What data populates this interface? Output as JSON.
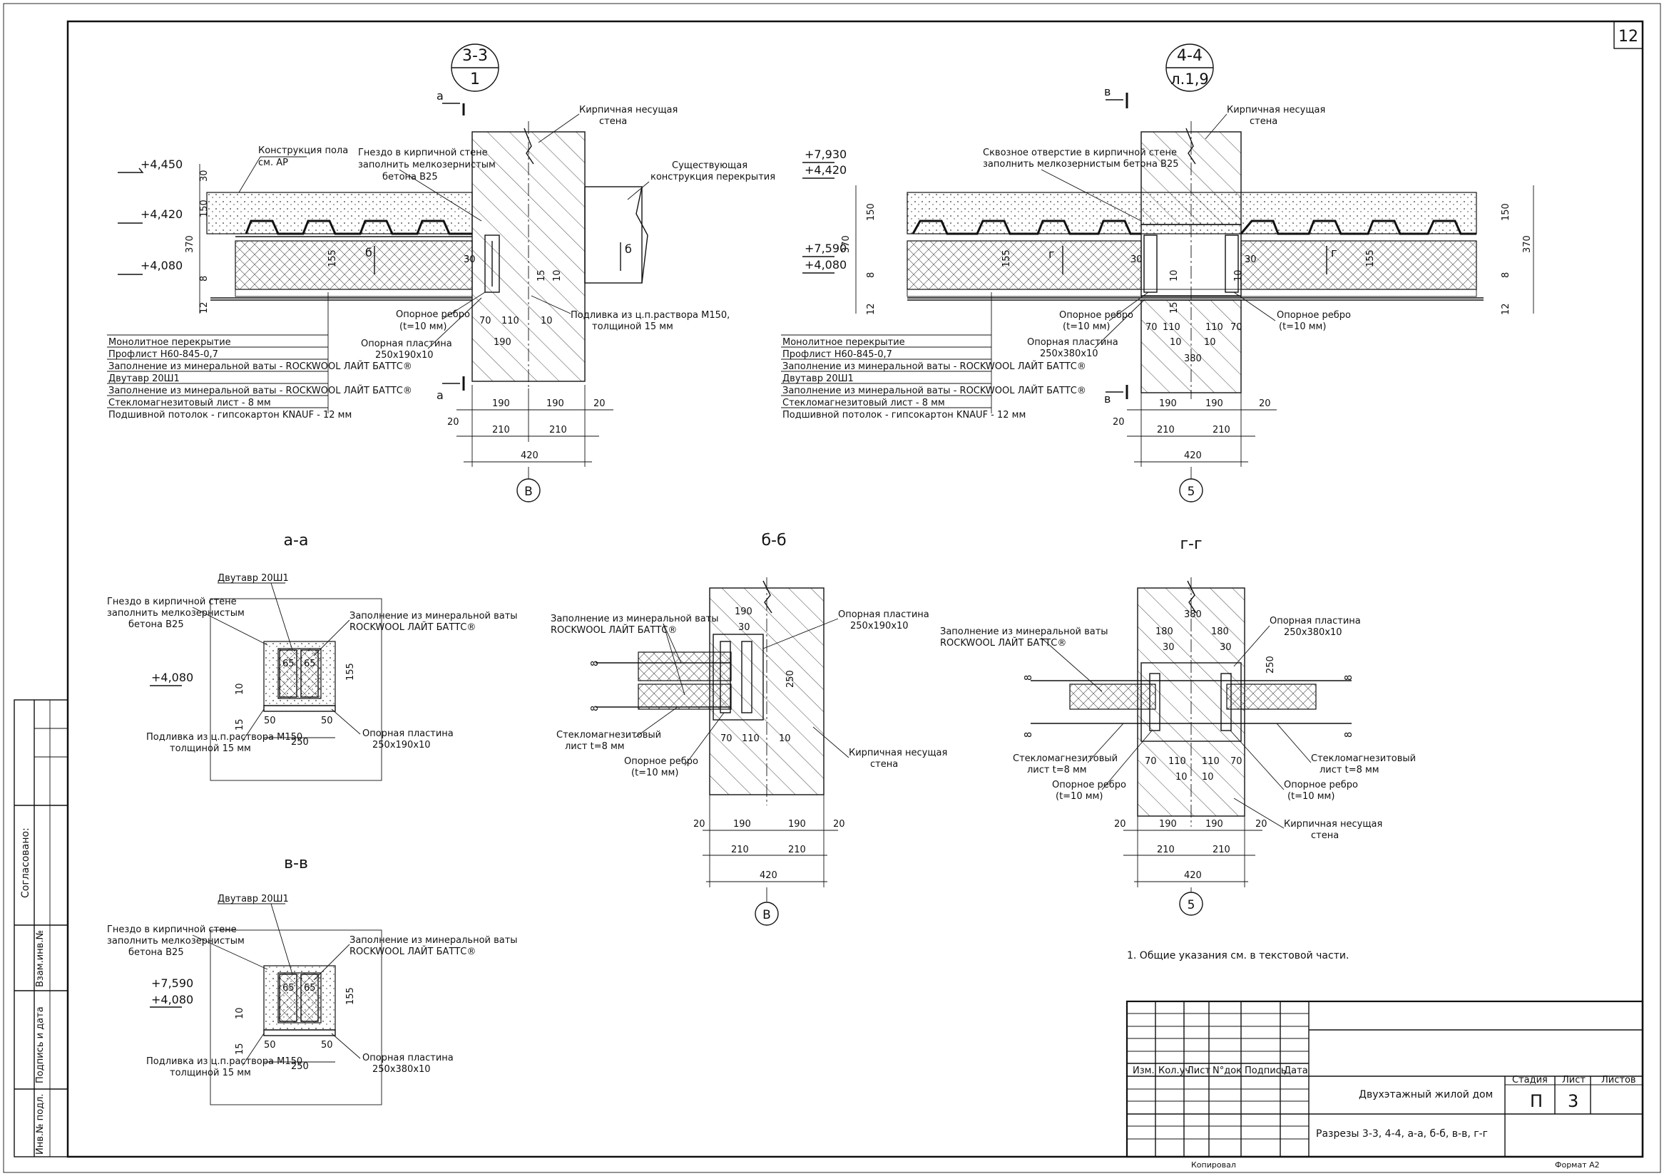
{
  "sheet": {
    "number": "12",
    "notes": [
      "1.  Общие указания см. в текстовой части."
    ],
    "side_stamp": [
      "Согласовано:",
      "Взам.инв.№",
      "Подпись и дата",
      "Инв.№ подл."
    ]
  },
  "title_block": {
    "headers": [
      "Изм.",
      "Кол.уч",
      "Лист",
      "N°док",
      "Подпись",
      "Дата"
    ],
    "building": "Двухэтажный жилой дом",
    "sheet_title": "Разрезы 3-3, 4-4, а-а, б-б, в-в, г-г",
    "stage_label": "Стадия",
    "stage": "П",
    "sheet_label": "Лист",
    "sheet_no": "3",
    "sheets_label": "Листов",
    "copied": "Копировал",
    "format": "Формат А2"
  },
  "section_33": {
    "mark_top": "3-3",
    "mark_bottom": "1",
    "cut_mark": "а",
    "levels": [
      "+4,450",
      "+4,420",
      "+4,080"
    ],
    "notes": {
      "floor": [
        "Конструкция пола",
        "см. АР"
      ],
      "socket": [
        "Гнездо в кирпичной стене",
        "заполнить мелкозернистым",
        "бетона В25"
      ],
      "wall": [
        "Кирпичная несущая",
        "стена"
      ],
      "existing": [
        "Существующая",
        "конструкция перекрытия"
      ],
      "rib": [
        "Опорное ребро",
        "(t=10 мм)"
      ],
      "plate": [
        "Опорная пластина",
        "250х190х10"
      ],
      "mortar": [
        "Подливка из ц.п.раствора М150,",
        "толщиной 15 мм"
      ]
    },
    "legend": [
      "Монолитное перекрытие",
      "Профлист Н60-845-0,7",
      "Заполнение из минеральной ваты - ROCKWOOL ЛАЙТ БАТТС®",
      "Двутавр 20Ш1",
      "Заполнение из минеральной ваты - ROCKWOOL ЛАЙТ БАТТС®",
      "Стекломагнезитовый лист - 8 мм",
      "Подшивной потолок - гипсокартон KNAUF - 12 мм"
    ],
    "dims_left": [
      "30",
      "150",
      "370",
      "155",
      "8",
      "12"
    ],
    "dims_bottom": [
      "70",
      "110",
      "10",
      "190",
      "190",
      "190",
      "20",
      "20",
      "210",
      "210",
      "420",
      "30",
      "15",
      "10"
    ],
    "cut_b": "б",
    "axis": "В"
  },
  "section_44": {
    "mark_top": "4-4",
    "mark_bottom": "л.1,9",
    "cut_mark": "в",
    "levels": [
      "+7,930",
      "+4,420",
      "+7,590",
      "+4,080"
    ],
    "notes": {
      "hole": [
        "Сквозное отверстие в кирпичной стене",
        "заполнить мелкозернистым бетона В25"
      ],
      "wall": [
        "Кирпичная несущая",
        "стена"
      ],
      "rib_l": [
        "Опорное ребро",
        "(t=10 мм)"
      ],
      "rib_r": [
        "Опорное ребро",
        "(t=10 мм)"
      ],
      "plate": [
        "Опорная пластина",
        "250х380х10"
      ]
    },
    "legend": [
      "Монолитное перекрытие",
      "Профлист Н60-845-0,7",
      "Заполнение из минеральной ваты - ROCKWOOL ЛАЙТ БАТТС®",
      "Двутавр 20Ш1",
      "Заполнение из минеральной ваты - ROCKWOOL ЛАЙТ БАТТС®",
      "Стекломагнезитовый лист - 8 мм",
      "Подшивной потолок - гипсокартон KNAUF - 12 мм"
    ],
    "dims": [
      "150",
      "370",
      "8",
      "12",
      "155",
      "30",
      "30",
      "15",
      "10",
      "10",
      "70",
      "110",
      "110",
      "70",
      "10",
      "10",
      "380",
      "20",
      "190",
      "190",
      "20",
      "210",
      "210",
      "420",
      "150",
      "370",
      "155",
      "8",
      "12"
    ],
    "cut_g": "г",
    "axis": "5"
  },
  "section_aa": {
    "title": "а-а",
    "notes": {
      "beam": "Двутавр 20Ш1",
      "socket": [
        "Гнездо в кирпичной стене",
        "заполнить мелкозернистым",
        "бетона В25"
      ],
      "wool": [
        "Заполнение из минеральной ваты",
        "ROCKWOOL ЛАЙТ БАТТС®"
      ],
      "mortar": [
        "Подливка из ц.п.раствора М150,",
        "толщиной 15 мм"
      ],
      "plate": [
        "Опорная пластина",
        "250х190х10"
      ]
    },
    "level": "+4,080",
    "dims": [
      "65",
      "65",
      "155",
      "10",
      "15",
      "50",
      "50",
      "250"
    ]
  },
  "section_vv": {
    "title": "в-в",
    "notes": {
      "beam": "Двутавр 20Ш1",
      "socket": [
        "Гнездо в кирпичной стене",
        "заполнить мелкозернистым",
        "бетона В25"
      ],
      "wool": [
        "Заполнение из минеральной ваты",
        "ROCKWOOL ЛАЙТ БАТТС®"
      ],
      "mortar": [
        "Подливка из ц.п.раствора М150,",
        "толщиной 15 мм"
      ],
      "plate": [
        "Опорная пластина",
        "250х380х10"
      ]
    },
    "levels": [
      "+7,590",
      "+4,080"
    ],
    "dims": [
      "65",
      "65",
      "155",
      "10",
      "15",
      "50",
      "50",
      "250"
    ]
  },
  "section_bb": {
    "title": "б-б",
    "notes": {
      "wool": [
        "Заполнение из минеральной ваты",
        "ROCKWOOL ЛАЙТ БАТТС®"
      ],
      "plate": [
        "Опорная пластина",
        "250х190х10"
      ],
      "glass": [
        "Стекломагнезитовый",
        "лист t=8 мм"
      ],
      "rib": [
        "Опорное ребро",
        "(t=10 мм)"
      ],
      "wall": [
        "Кирпичная несущая",
        "стена"
      ]
    },
    "dims": [
      "190",
      "30",
      "250",
      "8",
      "8",
      "70",
      "110",
      "10",
      "20",
      "190",
      "190",
      "20",
      "210",
      "210",
      "420"
    ],
    "axis": "В"
  },
  "section_gg": {
    "title": "г-г",
    "notes": {
      "wool": [
        "Заполнение из минеральной ваты",
        "ROCKWOOL ЛАЙТ БАТТС®"
      ],
      "plate": [
        "Опорная пластина",
        "250х380х10"
      ],
      "glass_l": [
        "Стекломагнезитовый",
        "лист t=8 мм"
      ],
      "glass_r": [
        "Стекломагнезитовый",
        "лист t=8 мм"
      ],
      "rib_l": [
        "Опорное ребро",
        "(t=10 мм)"
      ],
      "rib_r": [
        "Опорное ребро",
        "(t=10 мм)"
      ],
      "wall": [
        "Кирпичная несущая",
        "стена"
      ]
    },
    "dims": [
      "380",
      "180",
      "180",
      "30",
      "30",
      "250",
      "8",
      "8",
      "8",
      "8",
      "70",
      "110",
      "110",
      "70",
      "10",
      "10",
      "20",
      "190",
      "190",
      "20",
      "210",
      "210",
      "420"
    ],
    "axis": "5"
  }
}
